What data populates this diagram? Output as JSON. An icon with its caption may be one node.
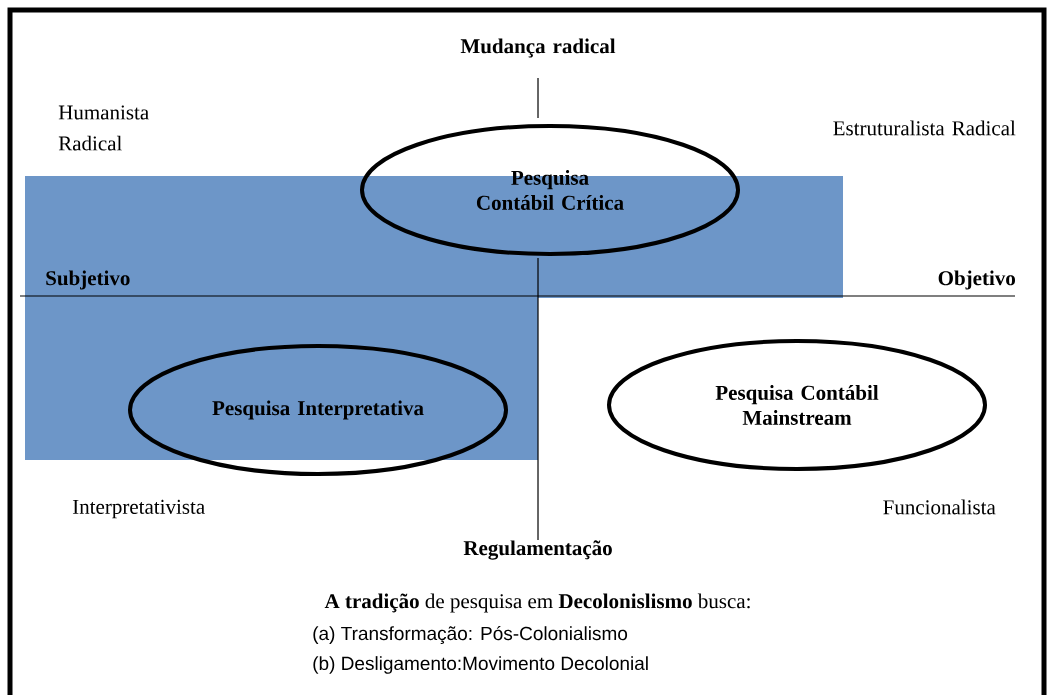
{
  "diagram": {
    "nodes": [
      {
        "text": [
          "Pesquisa Contábil Crítica"
        ]
      },
      {
        "text": [
          "Pesquisa Interpretativa"
        ]
      },
      {
        "text": [
          "Pesquisa Contábil Mainstream"
        ]
      }
    ],
    "labels": [
      "Mudança radical",
      "Humanista Radical",
      "Estruturalista Radical",
      "Subjetivo",
      "Objetivo",
      "Interpretativista",
      "Funcionalista",
      "Regulamentação",
      "**A tradição** de pesquisa em **Decolonislismo** busca:",
      "(a) Transformação: Pós-Colonialismo",
      "(b) Desligamento:Movimento Decolonial"
    ]
  }
}
